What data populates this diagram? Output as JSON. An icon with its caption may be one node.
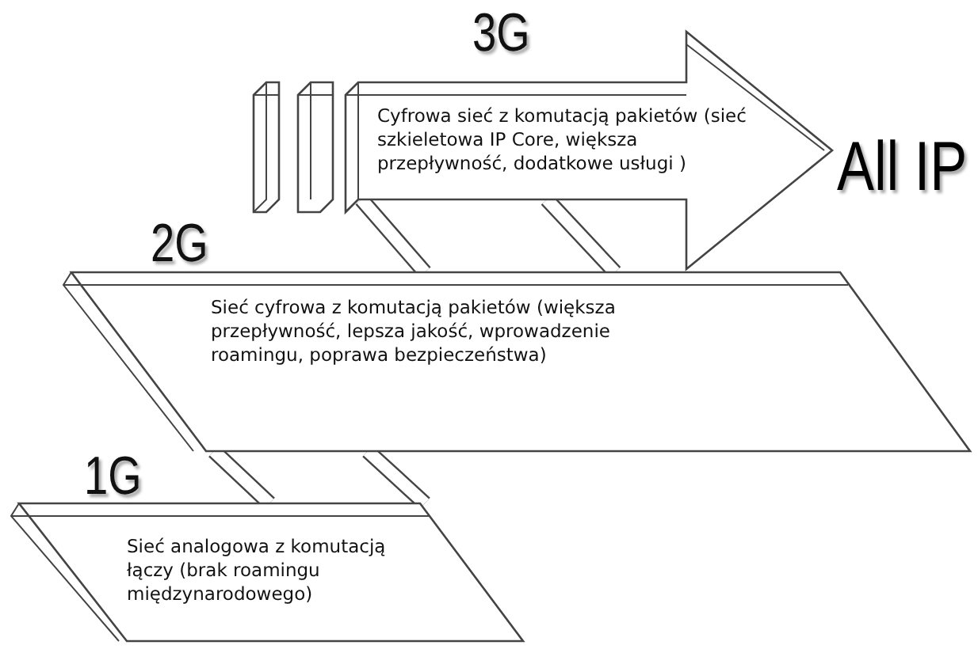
{
  "diagram": {
    "nodes": [
      {
        "text": [
          "3G",
          "Cyfrowa sieć z komutacją pakietów (sieć szkieletowa IP Core, większa przepływność, dodatkowe usługi )"
        ]
      },
      {
        "text": [
          "2G",
          "Sieć cyfrowa z komutacją pakietów (większa przepływność, lepsza jakość, wprowadzenie roamingu, poprawa bezpieczeństwa)"
        ]
      },
      {
        "text": [
          "1G",
          "Sieć analogowa z komutacją łączy (brak roamingu międzynarodowego)"
        ]
      }
    ],
    "edges": [
      {
        "from": 0,
        "to": 1,
        "arrow": "none"
      },
      {
        "from": 0,
        "to": 1,
        "arrow": "none"
      },
      {
        "from": 1,
        "to": 2,
        "arrow": "none"
      },
      {
        "from": 1,
        "to": 2,
        "arrow": "none"
      }
    ],
    "labels": [
      "All IP"
    ]
  }
}
